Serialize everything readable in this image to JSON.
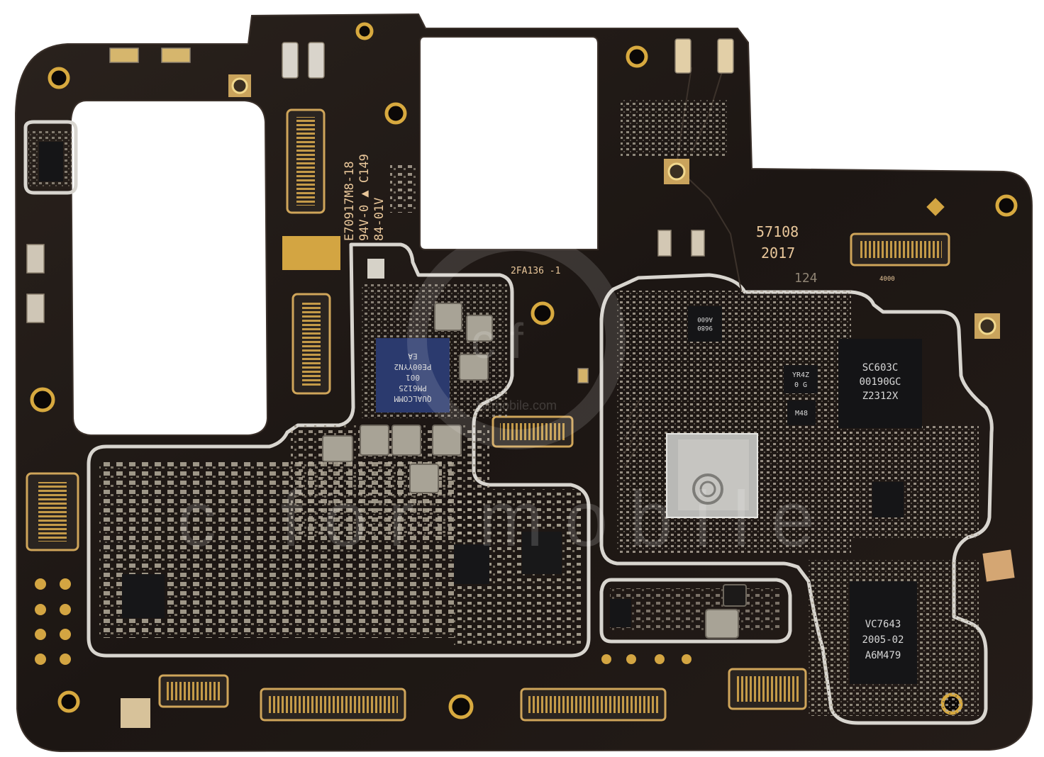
{
  "colors": {
    "board": "#1e1815",
    "board_edge": "#2c241f",
    "shield": "#d9d6d0",
    "gold": "#d7a93f",
    "pad": "#c9a24d",
    "chip": "#151517",
    "silkscreen": "#e9c79a",
    "component": "#bdb5a6",
    "background": "#ffffff"
  },
  "board_marking": {
    "vertical_line1": "E70917M8-18",
    "vertical_line2": "94V-0 ▲ C149",
    "vertical_line3": "84-01V",
    "batch_number": "57108",
    "year": "2017",
    "code": "2FA136 -1",
    "ref": "124",
    "small_ref": "4000"
  },
  "chips": {
    "pmic": {
      "line1": "QUALCOMM",
      "line2": "PM6125",
      "line3": "001",
      "line4": "PE00YYN2",
      "line5": "EA"
    },
    "soc": {
      "line1": "SC603C",
      "line2": "00190GC",
      "line3": "Z2312X"
    },
    "rf": {
      "line1": "VC7643",
      "line2": "2005-02",
      "line3": "A6M479"
    },
    "small1": {
      "line1": "9680",
      "line2": "A600"
    },
    "small2": {
      "line1": "YR4Z",
      "line2": "0 G"
    },
    "small3": {
      "line1": "M48"
    }
  },
  "watermark": {
    "logo": "c f",
    "site_text": "formobile.com",
    "big_text": "c for mobile"
  }
}
